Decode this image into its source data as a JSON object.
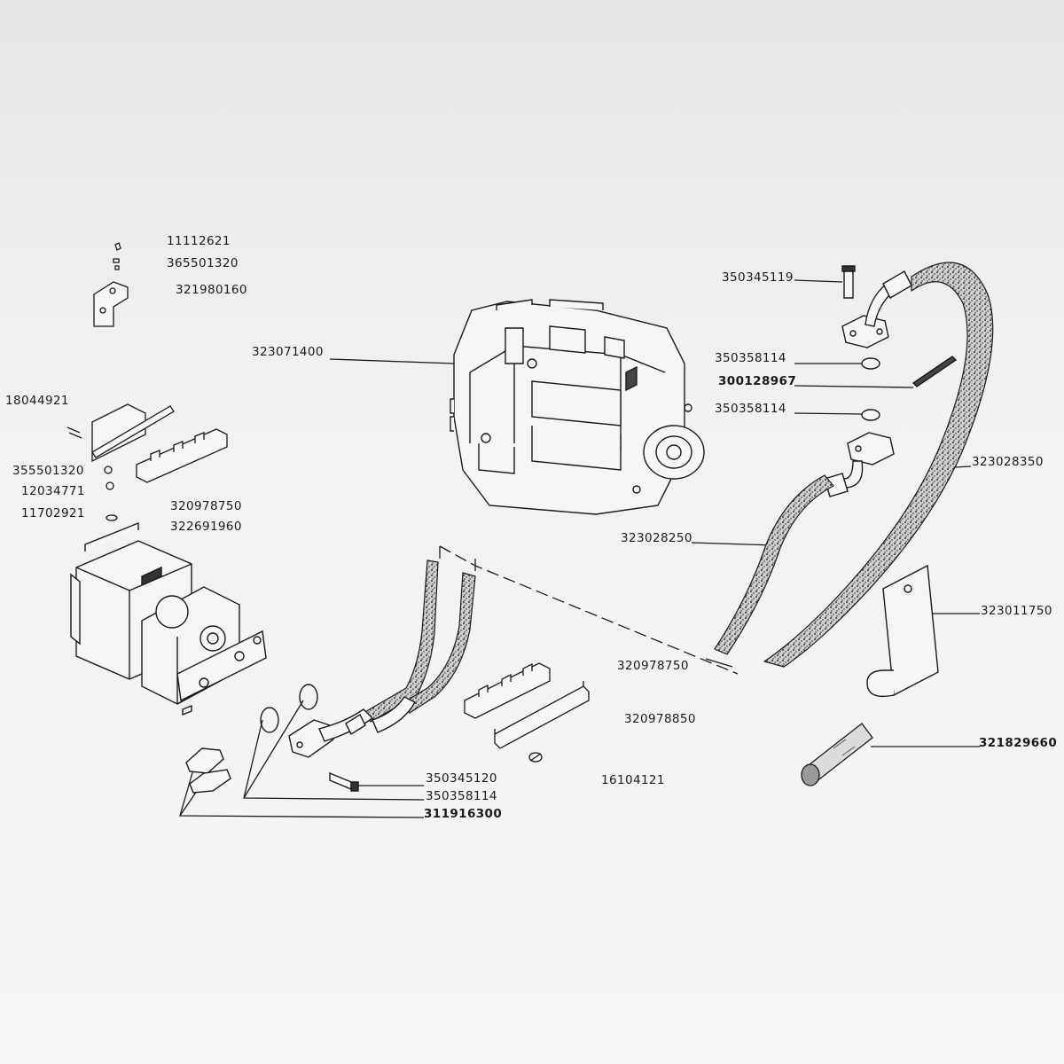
{
  "diagram": {
    "labels": {
      "l1": "11112621",
      "l2": "365501320",
      "l3": "321980160",
      "l4": "323071400",
      "l5": "18044921",
      "l6": "355501320",
      "l7": "12034771",
      "l8": "11702921",
      "l9": "320978750",
      "l10": "322691960",
      "l11": "350345119",
      "l12": "350358114",
      "l13": "300128967",
      "l14": "350358114",
      "l15": "323028350",
      "l16": "323028250",
      "l17": "323011750",
      "l18": "320978750",
      "l19": "320978850",
      "l20": "321829660",
      "l21": "350345120",
      "l22": "350358114",
      "l23": "311916300",
      "l24": "16104121"
    },
    "colors": {
      "ink": "#1a1a1a",
      "hose_fill": "#8a8a8a",
      "paper": "#f3f3f3"
    }
  }
}
